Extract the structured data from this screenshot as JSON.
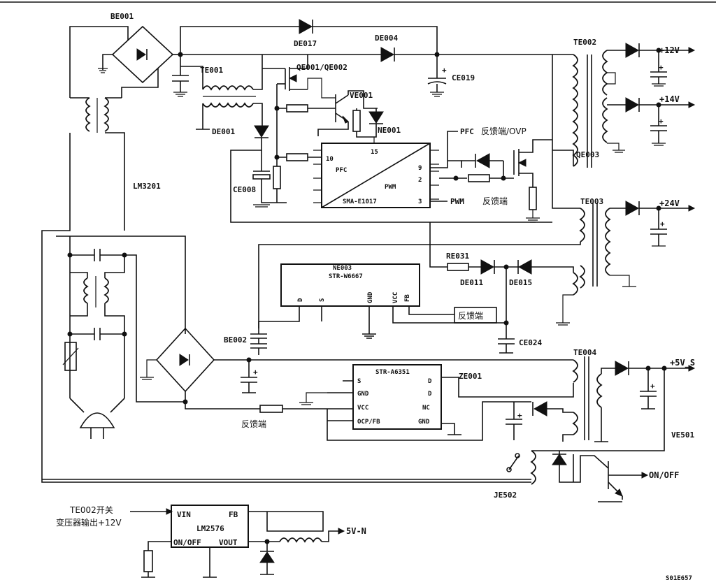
{
  "labels": {
    "be001": "BE001",
    "be002": "BE002",
    "te001": "TE001",
    "te002": "TE002",
    "te003": "TE003",
    "te004": "TE004",
    "lm3201": "LM3201",
    "de017": "DE017",
    "de004": "DE004",
    "ce019": "CE019",
    "de001": "DE001",
    "qe001": "QE001/QE002",
    "ve001": "VE001",
    "ne001": "NE001",
    "ce008": "CE008",
    "qe003": "QE003",
    "re031": "RE031",
    "de011": "DE011",
    "de015": "DE015",
    "ne003": "NE003",
    "ce024": "CE024",
    "ze001": "ZE001",
    "ve501": "VE501",
    "je502": "JE502",
    "lm2576": "LM2576"
  },
  "ic_ne001": {
    "part": "SMA-E1017",
    "pin10": "10",
    "pin15": "15",
    "pin9": "9",
    "pin2": "2",
    "pin3": "3",
    "pfc_in": "PFC",
    "pwm_in": "PWM",
    "pfc_out": "PFC",
    "pwm_out": "PWM"
  },
  "ic_ne003": {
    "part": "STR-W6667",
    "pin_d": "D",
    "pin_s": "S",
    "pin_gnd": "GND",
    "pin_vcc": "VCC",
    "pin_fb": "FB"
  },
  "ic_ze001": {
    "part": "STR-A6351",
    "pin_s": "S",
    "pin_gnd": "GND",
    "pin_vcc": "VCC",
    "pin_ocp": "OCP/FB",
    "pin_d1": "D",
    "pin_d2": "D",
    "pin_nc": "NC",
    "pin_gnd2": "GND"
  },
  "ic_lm2576": {
    "vin": "VIN",
    "fb": "FB",
    "onoff": "ON/OFF",
    "vout": "VOUT"
  },
  "outputs": {
    "v12": "+12V",
    "v14": "+14V",
    "v24": "+24V",
    "v5s": "+5V_S",
    "onoff": "ON/OFF",
    "v5n": "5V-N"
  },
  "notes": {
    "feedback_ovp": "反馈端/OVP",
    "feedback1": "反馈端",
    "feedback2": "反馈端",
    "feedback3": "反馈端",
    "te002_line1": "TE002开关",
    "te002_line2": "变压器输出+12V",
    "corner": "S01E657"
  }
}
